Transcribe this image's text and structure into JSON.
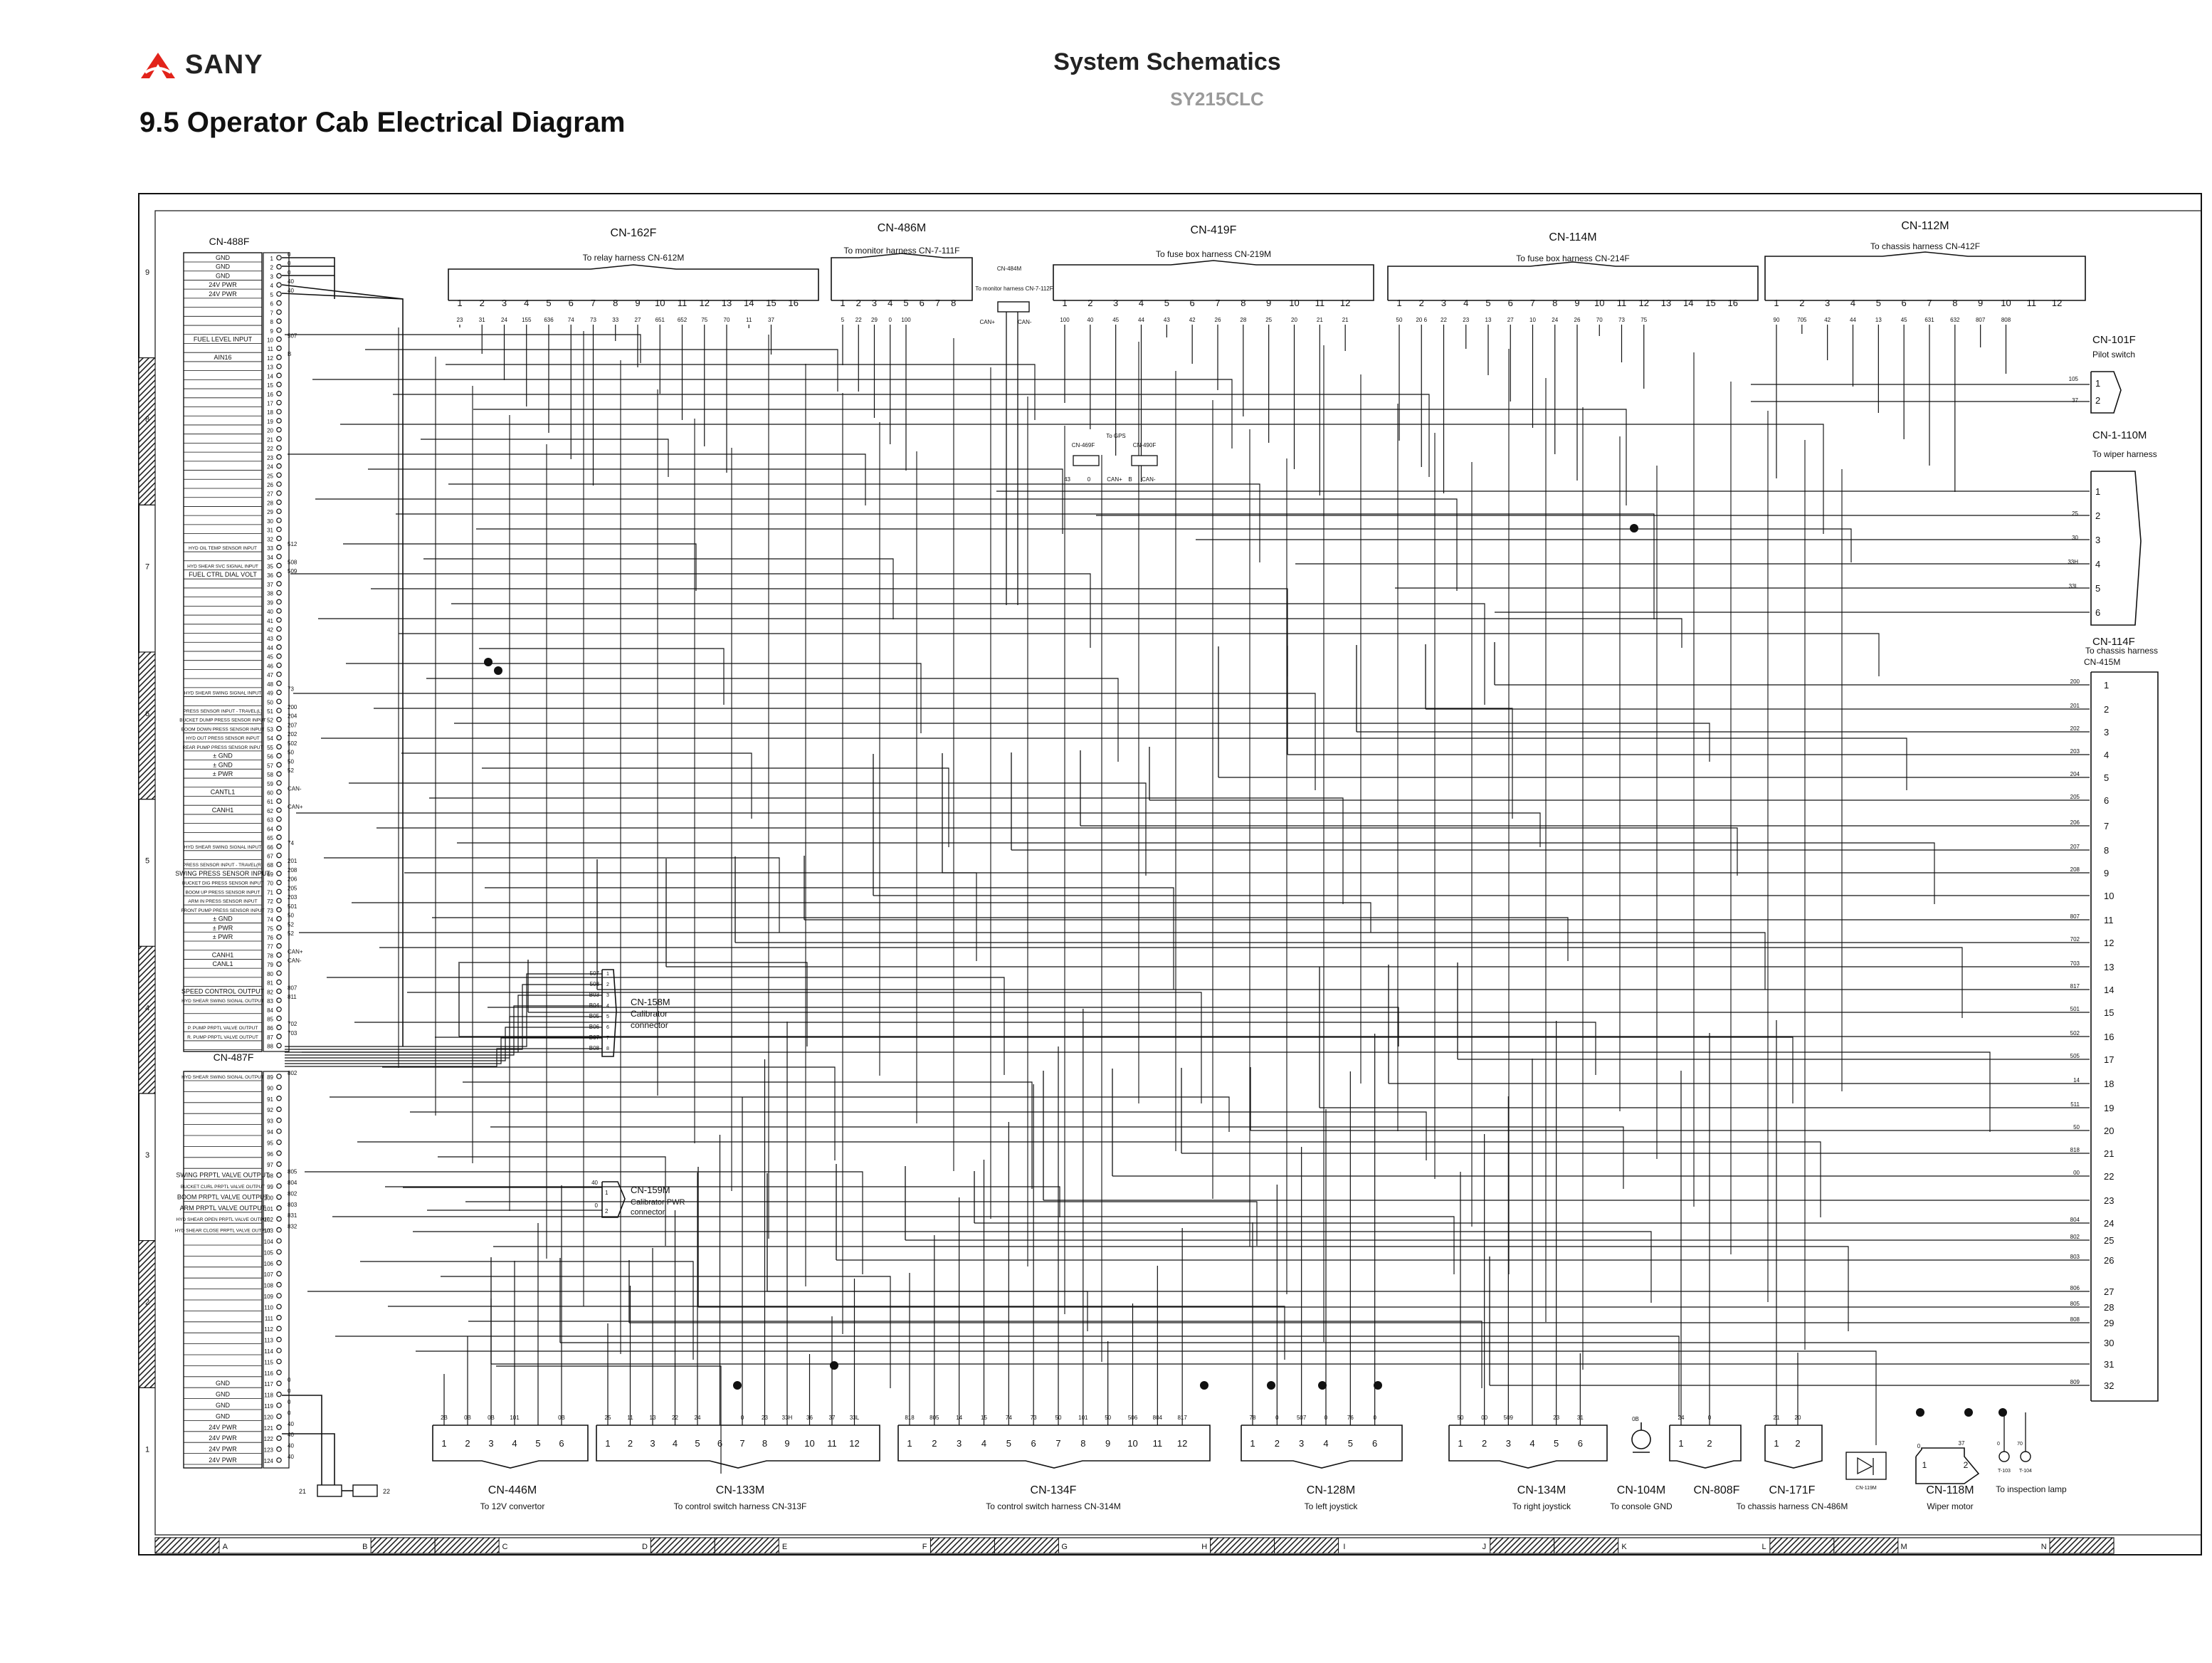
{
  "header": {
    "brand": "SANY",
    "doc_title": "System Schematics",
    "model": "SY215CLC",
    "section_title": "9.5  Operator Cab Electrical Diagram"
  },
  "border": {
    "row_labels": [
      "9",
      "8",
      "7",
      "6",
      "5",
      "4",
      "3",
      "2",
      "1"
    ],
    "col_labels": [
      "A",
      "B",
      "C",
      "D",
      "E",
      "F",
      "G",
      "H",
      "I",
      "J",
      "K",
      "L",
      "M",
      "N"
    ]
  },
  "left_connector": {
    "upper_name": "CN-488F",
    "lower_name": "CN-487F",
    "labels": [
      {
        "pin": 1,
        "text": "GND",
        "wire": "0"
      },
      {
        "pin": 2,
        "text": "GND",
        "wire": "0"
      },
      {
        "pin": 3,
        "text": "GND",
        "wire": "0"
      },
      {
        "pin": 4,
        "text": "24V PWR",
        "wire": "40"
      },
      {
        "pin": 5,
        "text": "24V PWR",
        "wire": "40"
      },
      {
        "pin": 10,
        "text": "FUEL LEVEL INPUT",
        "wire": "507"
      },
      {
        "pin": 12,
        "text": "AIN16",
        "wire": "B"
      },
      {
        "pin": 33,
        "text": "HYD OIL TEMP SENSOR INPUT",
        "wire": "512"
      },
      {
        "pin": 35,
        "text": "HYD SHEAR SVC SIGNAL INPUT",
        "wire": "508"
      },
      {
        "pin": 36,
        "text": "FUEL CTRL DIAL VOLT",
        "wire": "509"
      },
      {
        "pin": 49,
        "text": "HYD SHEAR SWING SIGNAL INPUT",
        "wire": "73"
      },
      {
        "pin": 51,
        "text": "PRESS SENSOR INPUT - TRAVEL(L)",
        "wire": "200"
      },
      {
        "pin": 52,
        "text": "BUCKET DUMP PRESS SENSOR INPUT",
        "wire": "204"
      },
      {
        "pin": 53,
        "text": "BOOM DOWN PRESS SENSOR INPUT",
        "wire": "207"
      },
      {
        "pin": 54,
        "text": "HYD OUT PRESS SENSOR INPUT",
        "wire": "202"
      },
      {
        "pin": 55,
        "text": "REAR PUMP PRESS SENSOR INPUT",
        "wire": "502"
      },
      {
        "pin": 56,
        "text": "± GND",
        "wire": "50"
      },
      {
        "pin": 57,
        "text": "± GND",
        "wire": "50"
      },
      {
        "pin": 58,
        "text": "± PWR",
        "wire": "52"
      },
      {
        "pin": 60,
        "text": "CANTL1",
        "wire": "CAN-"
      },
      {
        "pin": 62,
        "text": "CANH1",
        "wire": "CAN+"
      },
      {
        "pin": 66,
        "text": "HYD SHEAR SWING SIGNAL INPUT",
        "wire": "74"
      },
      {
        "pin": 68,
        "text": "PRESS SENSOR INPUT - TRAVEL(R)",
        "wire": "201"
      },
      {
        "pin": 69,
        "text": "SWING PRESS SENSOR INPUT",
        "wire": "208"
      },
      {
        "pin": 70,
        "text": "BUCKET DIG PRESS SENSOR INPUT",
        "wire": "206"
      },
      {
        "pin": 71,
        "text": "BOOM UP PRESS SENSOR INPUT",
        "wire": "205"
      },
      {
        "pin": 72,
        "text": "ARM IN PRESS SENSOR INPUT",
        "wire": "203"
      },
      {
        "pin": 73,
        "text": "FRONT PUMP PRESS SENSOR INPUT",
        "wire": "501"
      },
      {
        "pin": 74,
        "text": "± GND",
        "wire": "50"
      },
      {
        "pin": 75,
        "text": "± PWR",
        "wire": "52"
      },
      {
        "pin": 76,
        "text": "± PWR",
        "wire": "52"
      },
      {
        "pin": 78,
        "text": "CANH1",
        "wire": "CAN+"
      },
      {
        "pin": 79,
        "text": "CANL1",
        "wire": "CAN-"
      },
      {
        "pin": 82,
        "text": "SPEED CONTROL OUTPUT",
        "wire": "807"
      },
      {
        "pin": 83,
        "text": "HYD SHEAR SWING SIGNAL OUTPUT",
        "wire": "811"
      },
      {
        "pin": 86,
        "text": "P. PUMP PRPTL VALVE OUTPUT",
        "wire": "702"
      },
      {
        "pin": 87,
        "text": "R. PUMP PRPTL VALVE OUTPUT",
        "wire": "703"
      },
      {
        "pin": 89,
        "text": "HYD SHEAR SWING SIGNAL OUTPUT",
        "wire": "802"
      },
      {
        "pin": 98,
        "text": "SWING PRPTL VALVE OUTPUT",
        "wire": "805"
      },
      {
        "pin": 99,
        "text": "BUCKET CURL PRPTL VALVE OUTPUT",
        "wire": "804"
      },
      {
        "pin": 100,
        "text": "BOOM PRPTL VALVE OUTPUT",
        "wire": "802"
      },
      {
        "pin": 101,
        "text": "ARM PRPTL VALVE OUTPUT",
        "wire": "803"
      },
      {
        "pin": 102,
        "text": "HYD SHEAR OPEN PRPTL VALVE OUTPUT",
        "wire": "831"
      },
      {
        "pin": 103,
        "text": "HYD SHEAR CLOSE PRPTL VALVE OUTPUT",
        "wire": "832"
      },
      {
        "pin": 117,
        "text": "GND",
        "wire": "0"
      },
      {
        "pin": 118,
        "text": "GND",
        "wire": "0"
      },
      {
        "pin": 119,
        "text": "GND",
        "wire": "0"
      },
      {
        "pin": 120,
        "text": "GND",
        "wire": "0"
      },
      {
        "pin": 121,
        "text": "24V PWR",
        "wire": "40"
      },
      {
        "pin": 122,
        "text": "24V PWR",
        "wire": "40"
      },
      {
        "pin": 123,
        "text": "24V PWR",
        "wire": "40"
      },
      {
        "pin": 124,
        "text": "24V PWR",
        "wire": "40"
      }
    ]
  },
  "top_connectors": [
    {
      "name": "CN-162F",
      "desc": "To relay harness CN-612M",
      "pins": 16,
      "wires": [
        "23",
        "31",
        "24",
        "155",
        "636",
        "74",
        "73",
        "33",
        "27",
        "651",
        "652",
        "75",
        "70",
        "11",
        "37"
      ]
    },
    {
      "name": "CN-486M",
      "desc": "To monitor harness CN-7-111F",
      "pins": 8,
      "wires": [
        "5",
        "22",
        "29",
        "0",
        "100"
      ]
    },
    {
      "name": "CN-419F",
      "desc": "To fuse box harness CN-219M",
      "pins": 12,
      "wires": [
        "100",
        "40",
        "45",
        "44",
        "43",
        "42",
        "26",
        "28",
        "25",
        "20",
        "21",
        "21"
      ]
    },
    {
      "name": "CN-114M",
      "desc": "To fuse box harness CN-214F",
      "pins": 16,
      "wires": [
        "50",
        "20 6",
        "22",
        "23",
        "13",
        "27",
        "10",
        "24",
        "26",
        "70",
        "73",
        "75"
      ]
    },
    {
      "name": "CN-112M",
      "desc": "To chassis harness CN-412F",
      "pins": 12,
      "wires": [
        "90",
        "705",
        "42",
        "44",
        "13",
        "45",
        "631",
        "632",
        "807",
        "808"
      ]
    }
  ],
  "small_connectors": {
    "cn484m": {
      "name": "CN-484M",
      "desc": "To monitor harness CN-7-112F",
      "labels": [
        "CAN+",
        "CAN-"
      ]
    },
    "gps": {
      "title": "To GPS",
      "left": "CN-469F",
      "right": "CN-490F",
      "labels": [
        "43",
        "0",
        "CAN+",
        "B",
        "CAN-"
      ]
    }
  },
  "right_connectors": [
    {
      "name": "CN-101F",
      "desc": "Pilot switch",
      "pins": [
        "1",
        "2"
      ],
      "wires": [
        "105",
        "37"
      ]
    },
    {
      "name": "CN-1-110M",
      "desc": "To wiper harness",
      "pins": [
        "1",
        "2",
        "3",
        "4",
        "5",
        "6"
      ],
      "wires": [
        "",
        "25",
        "30",
        "33H",
        "33L",
        ""
      ]
    },
    {
      "name": "CN-114F",
      "desc": "To chassis harness CN-415M",
      "pins": [
        "1",
        "2",
        "3",
        "4",
        "5",
        "6",
        "7",
        "8",
        "9",
        "10",
        "11",
        "12",
        "13",
        "14",
        "15",
        "16",
        "17",
        "18",
        "19",
        "20",
        "21",
        "22",
        "23",
        "24",
        "25",
        "26",
        "27",
        "28",
        "29",
        "30",
        "31",
        "32"
      ],
      "wires": [
        "200",
        "201",
        "202",
        "203",
        "204",
        "205",
        "206",
        "207",
        "208",
        "",
        "807",
        "702",
        "703",
        "817",
        "501",
        "502",
        "505",
        "14",
        "511",
        "50",
        "818",
        "00",
        "",
        "804",
        "802",
        "803",
        "806",
        "805",
        "808",
        "",
        "",
        "809"
      ]
    }
  ],
  "calibrator": {
    "name": "CN-158M",
    "desc_line1": "Calibrator",
    "desc_line2": "connector",
    "wires": [
      "507",
      "508",
      "B03",
      "B04",
      "B05",
      "B06",
      "B07",
      "B08"
    ]
  },
  "calibrator_pwr": {
    "name": "CN-159M",
    "desc_line1": "Calibrator PWR",
    "desc_line2": "connector",
    "wires": [
      "40",
      "0"
    ]
  },
  "bottom_connectors": [
    {
      "name": "CN-446M",
      "desc": "To 12V convertor",
      "pins": [
        "1",
        "2",
        "3",
        "4",
        "5",
        "6"
      ],
      "wires": [
        "2B",
        "0B",
        "0B",
        "101",
        "",
        "0B"
      ]
    },
    {
      "name": "CN-133M",
      "desc": "To control switch harness CN-313F",
      "pins": [
        "1",
        "2",
        "3",
        "4",
        "5",
        "6",
        "7",
        "8",
        "9",
        "10",
        "11",
        "12"
      ],
      "wires": [
        "25",
        "11",
        "13",
        "22",
        "24",
        "",
        "0",
        "23",
        "33H",
        "36",
        "37",
        "33L"
      ]
    },
    {
      "name": "CN-134F",
      "desc": "To control switch harness CN-314M",
      "pins": [
        "1",
        "2",
        "3",
        "4",
        "5",
        "6",
        "7",
        "8",
        "9",
        "10",
        "11",
        "12"
      ],
      "wires": [
        "818",
        "805",
        "14",
        "15",
        "74",
        "73",
        "50",
        "101",
        "50",
        "506",
        "804",
        "817"
      ]
    },
    {
      "name": "CN-128M",
      "desc": "To left joystick",
      "pins": [
        "1",
        "2",
        "3",
        "4",
        "5",
        "6"
      ],
      "wires": [
        "78",
        "0",
        "507",
        "0",
        "76",
        "0"
      ]
    },
    {
      "name": "CN-134M",
      "desc": "To right joystick",
      "pins": [
        "1",
        "2",
        "3",
        "4",
        "5",
        "6"
      ],
      "wires": [
        "50",
        "00",
        "509",
        "",
        "23",
        "31"
      ]
    },
    {
      "name": "CN-104M",
      "desc": "To console GND",
      "pins": [],
      "wires": [
        "0B"
      ]
    },
    {
      "name": "CN-808F",
      "desc": "",
      "pins": [
        "1",
        "2"
      ],
      "wires": [
        "24",
        "0"
      ]
    },
    {
      "name": "CN-171F",
      "desc": "To chassis harness CN-486M",
      "pins": [
        "1",
        "2"
      ],
      "wires": [
        "21",
        "20"
      ]
    },
    {
      "name": "CN-118M",
      "desc": "Wiper motor",
      "pins": [
        "1",
        "2"
      ],
      "wires": [
        "0",
        "37"
      ]
    },
    {
      "name": "CN-119M",
      "desc": "",
      "pins": [],
      "wires": []
    },
    {
      "name": "",
      "desc": "To inspection lamp",
      "pins": [
        "T-103",
        "T-104"
      ],
      "wires": [
        "0",
        "70"
      ]
    }
  ],
  "fuses": {
    "left": "21",
    "right": "22"
  }
}
